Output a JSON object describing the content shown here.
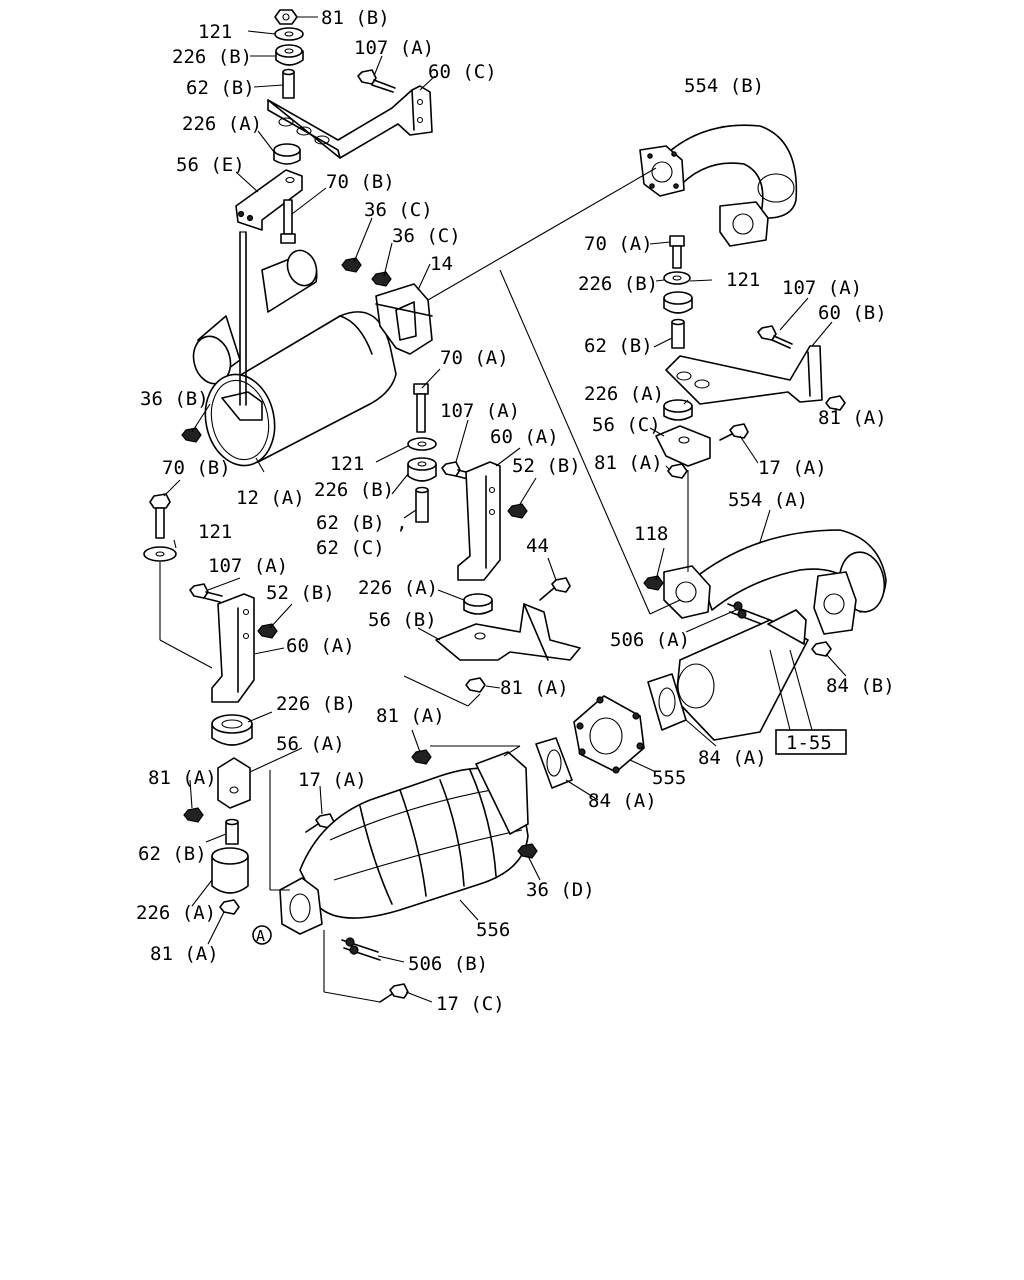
{
  "labels": {
    "l_81b": "81 (B)",
    "l_121_a": "121",
    "l_226b_a": "226 (B)",
    "l_62b_a": "62 (B)",
    "l_107a_a": "107 (A)",
    "l_60c": "60 (C)",
    "l_226a_a": "226 (A)",
    "l_56e": "56 (E)",
    "l_70b_a": "70 (B)",
    "l_36c_a": "36 (C)",
    "l_36c_b": "36 (C)",
    "l_14": "14",
    "l_554b": "554 (B)",
    "l_70a_a": "70 (A)",
    "l_226b_b": "226 (B)",
    "l_121_b": "121",
    "l_107a_b": "107 (A)",
    "l_60b": "60 (B)",
    "l_62b_b": "62 (B)",
    "l_226a_b": "226 (A)",
    "l_56c": "56 (C)",
    "l_81a_a": "81 (A)",
    "l_81a_b": "81 (A)",
    "l_17a_a": "17 (A)",
    "l_554a": "554 (A)",
    "l_36b": "36 (B)",
    "l_70a_b": "70 (A)",
    "l_107a_c": "107 (A)",
    "l_60a_a": "60 (A)",
    "l_121_c": "121",
    "l_52b_a": "52 (B)",
    "l_226b_c": "226 (B)",
    "l_12a": "12 (A)",
    "l_70b_b": "70 (B)",
    "l_62b_c": "62 (B) ,",
    "l_62c": "62 (C)",
    "l_121_d": "121",
    "l_107a_d": "107 (A)",
    "l_52b_b": "52 (B)",
    "l_60a_b": "60 (A)",
    "l_44": "44",
    "l_226a_c": "226 (A)",
    "l_56b": "56 (B)",
    "l_118": "118",
    "l_506a": "506 (A)",
    "l_81a_c": "81 (A)",
    "l_84b": "84 (B)",
    "l_226b_d": "226 (B)",
    "l_1_55": "1-55",
    "l_56a": "56 (A)",
    "l_81a_d": "81 (A)",
    "l_84a_a": "84 (A)",
    "l_555": "555",
    "l_81a_e": "81 (A)",
    "l_17a_b": "17 (A)",
    "l_84a_b": "84 (A)",
    "l_62b_d": "62 (B)",
    "l_36d": "36 (D)",
    "l_226a_d": "226 (A)",
    "l_556": "556",
    "l_81a_f": "81 (A)",
    "l_A": "A",
    "l_506b": "506 (B)",
    "l_17c": "17 (C)"
  }
}
